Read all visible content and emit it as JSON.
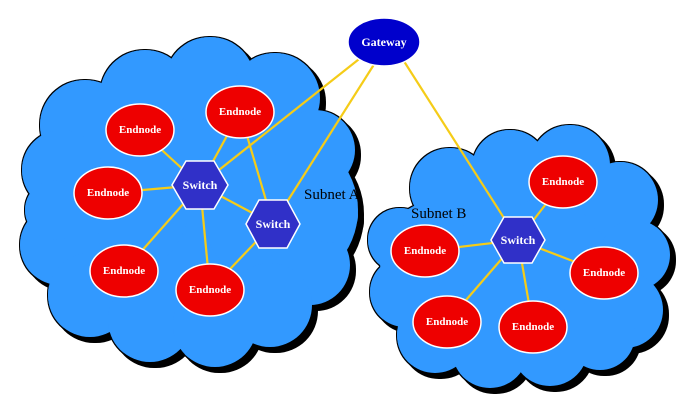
{
  "gateway": {
    "label": "Gateway"
  },
  "subnet_a": {
    "label": "Subnet A",
    "switch_1": "Switch",
    "switch_2": "Switch",
    "endnodes": [
      "Endnode",
      "Endnode",
      "Endnode",
      "Endnode",
      "Endnode"
    ]
  },
  "subnet_b": {
    "label": "Subnet B",
    "switch": "Switch",
    "endnodes": [
      "Endnode",
      "Endnode",
      "Endnode",
      "Endnode",
      "Endnode"
    ]
  },
  "colors": {
    "cloud": "#3399ff",
    "endnode": "#ee0000",
    "switch": "#3030c8",
    "gateway": "#0000cc",
    "link": "#f5cc18"
  }
}
